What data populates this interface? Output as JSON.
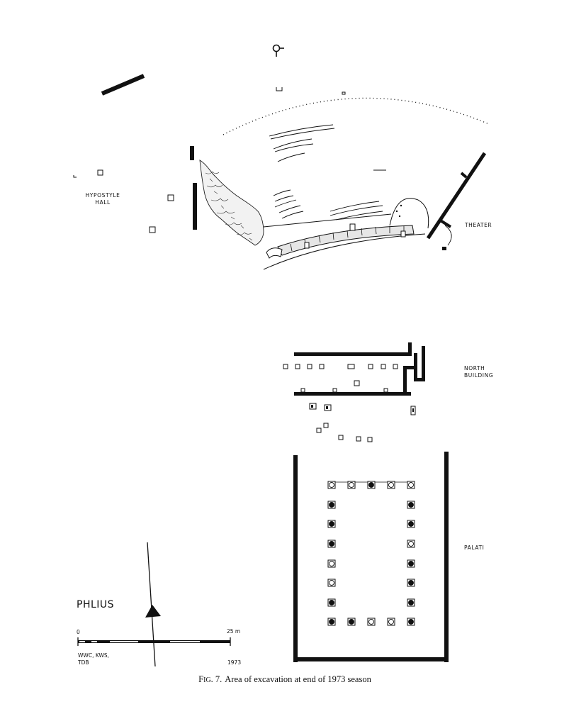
{
  "labels": {
    "hypostyle_line1": "HYPOSTYLE",
    "hypostyle_line2": "HALL",
    "theater": "THEATER",
    "north_building_line1": "NORTH",
    "north_building_line2": "BUILDING",
    "palati": "PALATI",
    "site_name": "PHLIUS"
  },
  "scale": {
    "start": "0",
    "end": "25 m"
  },
  "credits": {
    "authors_line1": "WWC, KWS,",
    "authors_line2": "TDB",
    "year": "1973"
  },
  "caption": {
    "fig_first": "F",
    "fig_rest": "IG",
    "fig_number": ". 7.",
    "text": "Area of excavation at end of 1973 season"
  }
}
